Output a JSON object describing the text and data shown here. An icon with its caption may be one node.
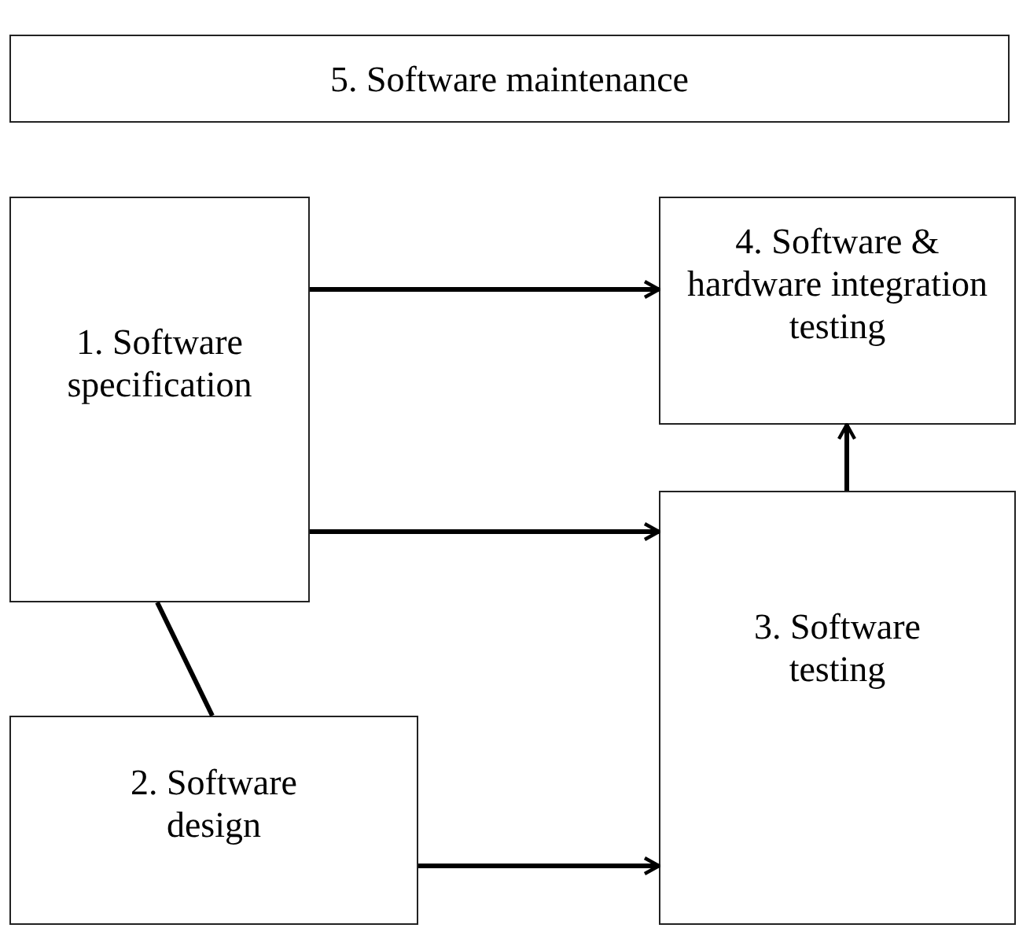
{
  "diagram": {
    "nodes": [
      {
        "text": [
          "5. Software maintenance"
        ]
      },
      {
        "text": [
          "1. Software specification"
        ]
      },
      {
        "text": [
          "4. Software & hardware integration testing"
        ]
      },
      {
        "text": [
          "3. Software testing"
        ]
      },
      {
        "text": [
          "2. Software design"
        ]
      }
    ],
    "edges": [
      {
        "from": 1,
        "to": 2,
        "arrow": "to"
      },
      {
        "from": 1,
        "to": 3,
        "arrow": "to"
      },
      {
        "from": 3,
        "to": 2,
        "arrow": "to"
      },
      {
        "from": 1,
        "to": 4,
        "arrow": "none"
      },
      {
        "from": 4,
        "to": 3,
        "arrow": "to"
      }
    ]
  }
}
